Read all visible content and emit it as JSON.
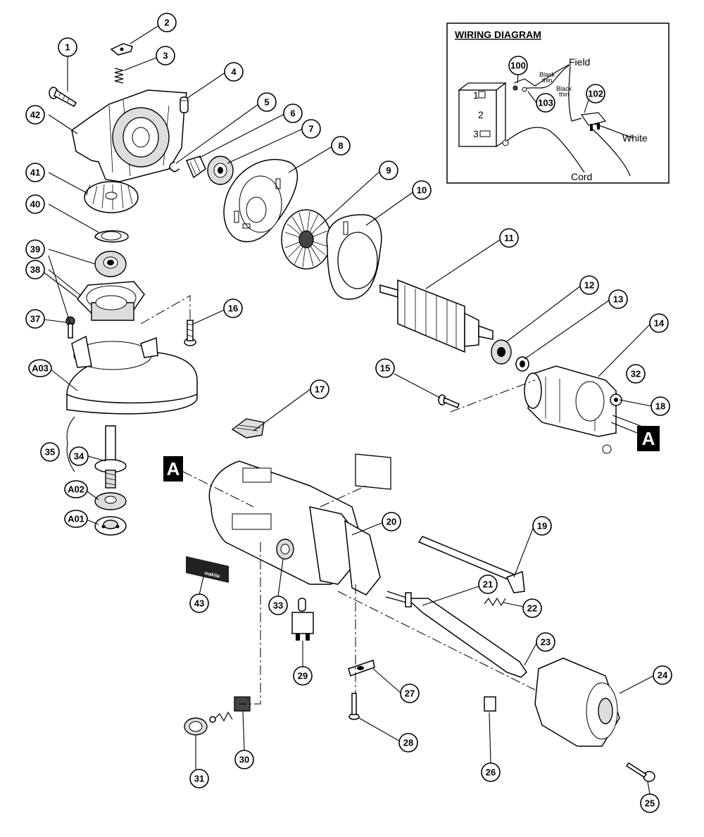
{
  "wiring": {
    "title": "WIRING DIAGRAM",
    "field": "Field",
    "black_thin_1": "Black\nthin",
    "black_thin_2": "Black\nthin",
    "white": "White",
    "cord": "Cord",
    "switch_1": "1",
    "switch_2": "2",
    "switch_3": "3",
    "callouts": [
      "100",
      "103",
      "102"
    ]
  },
  "markers": {
    "a_left": "A",
    "a_right": "A"
  },
  "brand_label": "makita",
  "callouts": [
    "1",
    "2",
    "3",
    "4",
    "5",
    "6",
    "7",
    "8",
    "9",
    "10",
    "11",
    "12",
    "13",
    "14",
    "15",
    "16",
    "17",
    "18",
    "19",
    "20",
    "21",
    "22",
    "23",
    "24",
    "25",
    "26",
    "27",
    "28",
    "29",
    "30",
    "31",
    "32",
    "33",
    "34",
    "35",
    "37",
    "38",
    "39",
    "40",
    "41",
    "42",
    "43",
    "A01",
    "A02",
    "A03"
  ]
}
